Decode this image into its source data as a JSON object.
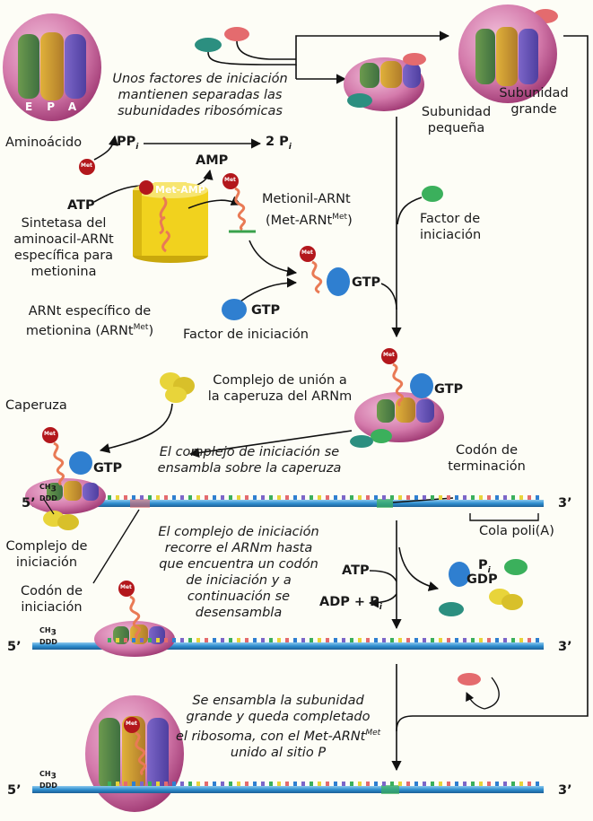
{
  "labels": {
    "factors_sep_1": "Unos factores de iniciación",
    "factors_sep_2": "mantienen separadas las",
    "factors_sep_3": "subunidades ribosómicas",
    "small_subunit_1": "Subunidad",
    "small_subunit_2": "pequeña",
    "large_subunit_1": "Subunidad",
    "large_subunit_2": "grande",
    "aminoacid": "Aminoácido",
    "ppi": "PP",
    "ppi_sub": "i",
    "two_pi": "2 P",
    "two_pi_sub": "i",
    "amp": "AMP",
    "met_amp": "Met-AMP",
    "atp": "ATP",
    "synthetase_1": "Sintetasa del",
    "synthetase_2": "aminoacil-ARNt",
    "synthetase_3": "específica para",
    "synthetase_4": "metionina",
    "met_trna_1": "Metionil-ARNt",
    "met_trna_2": "(Met-ARNt",
    "met_sup": "Met",
    "met_trna_2_end": ")",
    "init_factor_a_1": "Factor de",
    "init_factor_a_2": "iniciación",
    "gtp": "GTP",
    "trna_specific_1": "ARNt específico de",
    "trna_specific_2": "metionina (ARNt",
    "trna_specific_2_end": ")",
    "init_factor_b": "Factor de iniciación",
    "cap_complex_1": "Complejo de unión a",
    "cap_complex_2": "la caperuza del ARNm",
    "cap": "Caperuza",
    "assembles_1": "El complejo de iniciación se",
    "assembles_2": "ensambla sobre la caperuza",
    "stop_codon_1": "Codón de",
    "stop_codon_2": "terminación",
    "five_prime": "5’",
    "three_prime": "3’",
    "poly_a": "Cola poli(A)",
    "init_complex_1": "Complejo de",
    "init_complex_2": "iniciación",
    "scan_1": "El complejo de iniciación",
    "scan_2": "recorre el ARNm hasta",
    "scan_3": "que encuentra un codón",
    "scan_4": "de iniciación y a",
    "scan_5": "continuación se",
    "scan_6": "desensambla",
    "start_codon_1": "Codón de",
    "start_codon_2": "iniciación",
    "adp_pi": "ADP + P",
    "adp_pi_sub": "i",
    "pi": "P",
    "pi_sub": "i",
    "gdp": "GDP",
    "final_1": "Se ensambla la subunidad",
    "final_2": "grande y queda completado",
    "final_3": "el ribosoma, con el Met-ARNt",
    "final_4": "unido al sitio P",
    "site_e": "E",
    "site_p": "P",
    "site_a": "A",
    "met": "Met",
    "cap_ch3": "CH",
    "cap_ch3_sub": "3",
    "cap_ppp": "DDD"
  },
  "colors": {
    "ribosome": "#d98bb4",
    "ribosome_dark": "#a83f78",
    "mrna": "#2f8fcf",
    "trna": "#e97a55",
    "met_ball": "#b3171c",
    "arrow": "#111111",
    "init_factor_green": "#3bb05c",
    "teal": "#2c8f80",
    "salmon": "#e46b6e",
    "blue_factor": "#2f7fd0",
    "yellow_complex": "#e8d43a",
    "synthetase": "#f1d21e"
  }
}
